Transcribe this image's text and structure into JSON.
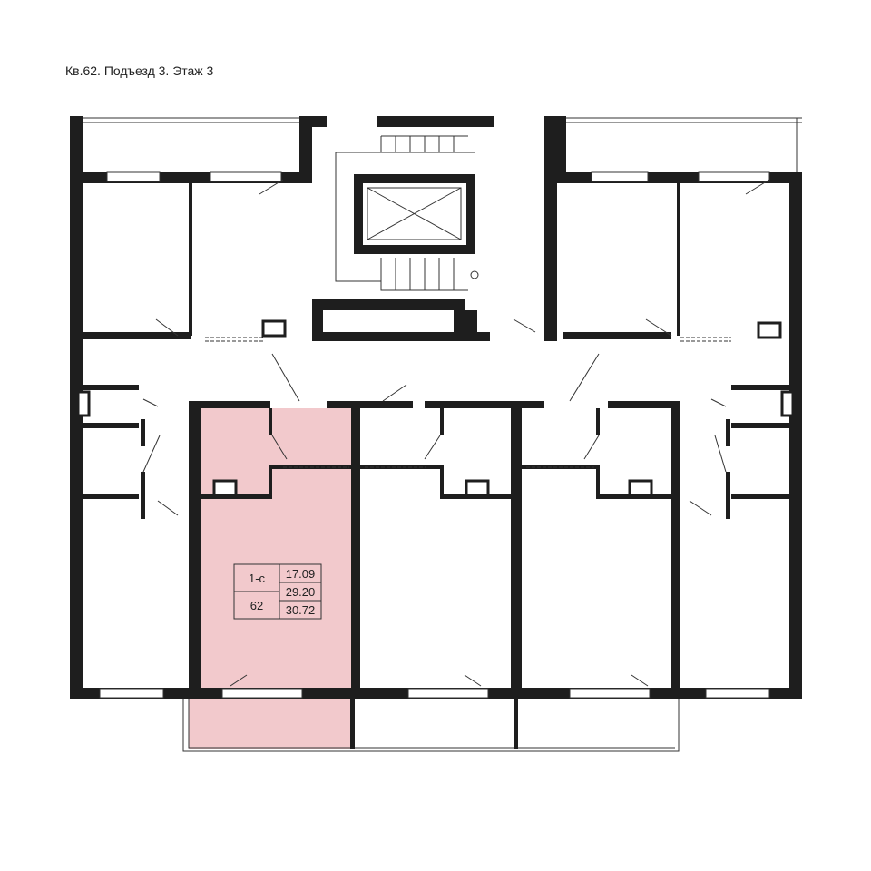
{
  "header": {
    "caption": "Кв.62. Подъезд 3. Этаж 3"
  },
  "apartment": {
    "type": "1-с",
    "number": "62",
    "living_area": "17.09",
    "area": "29.20",
    "total_area": "30.72",
    "highlight_color": "#f2c9cc"
  }
}
